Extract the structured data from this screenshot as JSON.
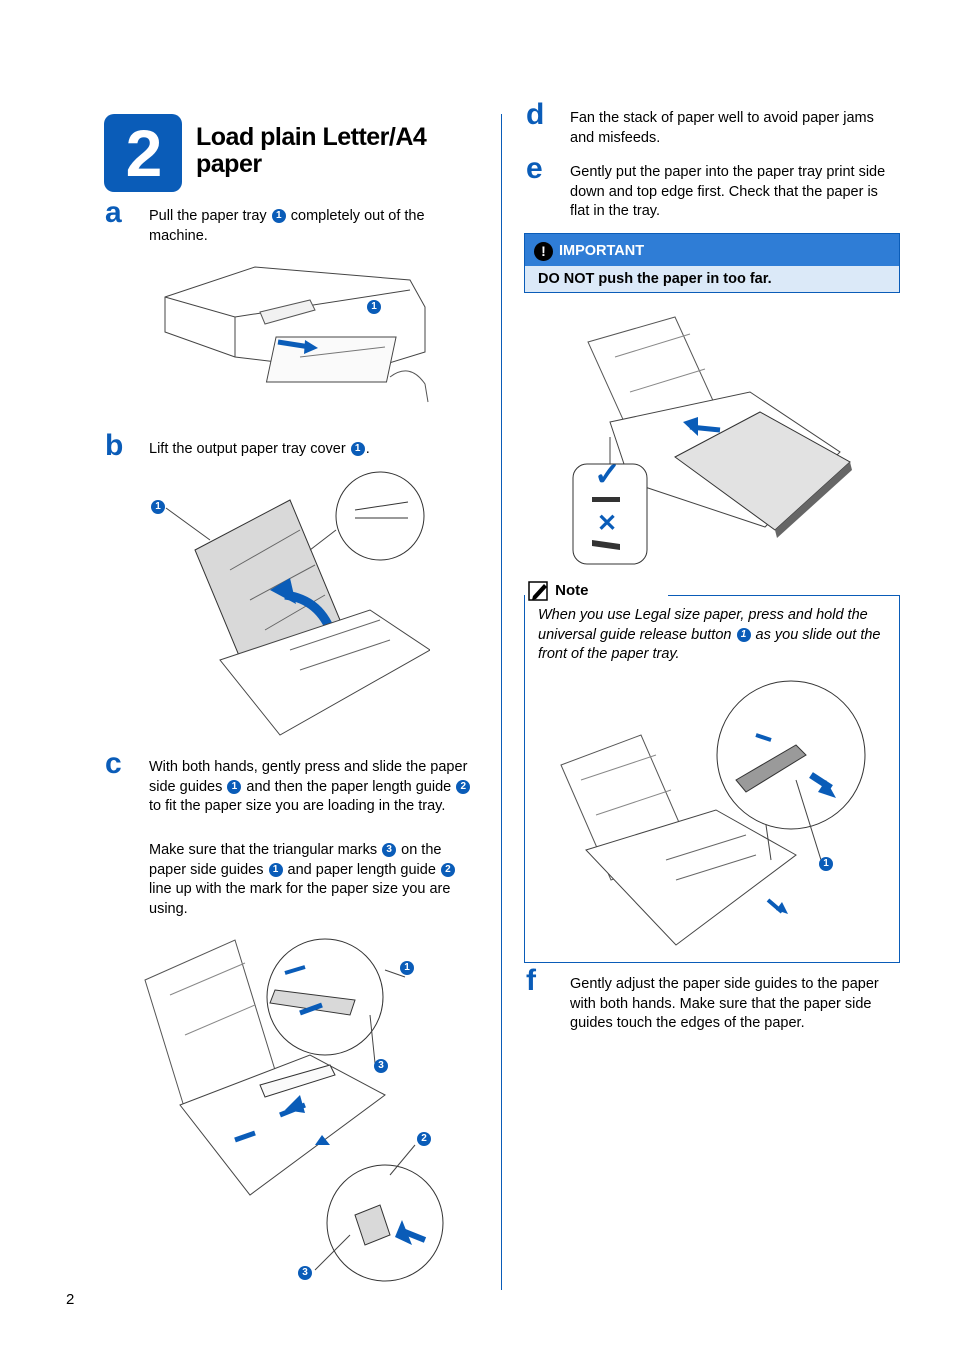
{
  "section": {
    "number": "2",
    "title": "Load plain Letter/A4 paper"
  },
  "steps": {
    "a": {
      "letter": "a",
      "text_1": "Pull the paper tray",
      "text_2": "completely out of the machine."
    },
    "b": {
      "letter": "b",
      "text_1": "Lift the output paper tray cover",
      "text_2": "."
    },
    "c": {
      "letter": "c",
      "p1_1": "With both hands, gently press and slide the paper side guides",
      "p1_2": "and then the paper length guide",
      "p1_3": "to fit the paper size you are loading in the tray.",
      "p2_1": "Make sure that the triangular marks",
      "p2_2": "on the paper side guides",
      "p2_3": "and paper length guide",
      "p2_4": "line up with the mark for the paper size you are using."
    },
    "d": {
      "letter": "d",
      "text": "Fan the stack of paper well to avoid paper jams and misfeeds."
    },
    "e": {
      "letter": "e",
      "text": "Gently put the paper into the paper tray print side down and top edge first. Check that the paper is flat in the tray."
    },
    "f": {
      "letter": "f",
      "text": "Gently adjust the paper side guides to the paper with both hands. Make sure that the paper side guides touch the edges of the paper."
    }
  },
  "important": {
    "icon": "exclamation-icon",
    "label": "IMPORTANT",
    "text": "DO NOT push the paper in too far."
  },
  "note": {
    "icon": "note-pencil-icon",
    "label": "Note",
    "text_1": "When you use Legal size paper, press and hold the universal guide release button",
    "text_2": "as you slide out the front of the paper tray."
  },
  "callouts": {
    "one": "1",
    "two": "2",
    "three": "3"
  },
  "figure_labels": {
    "check_mark": "✓",
    "cross_mark": "✕"
  },
  "page_number": "2",
  "colors": {
    "brand_blue": "#0a5cb8",
    "important_header": "#2f7dd6",
    "important_body": "#dbe9f8"
  }
}
